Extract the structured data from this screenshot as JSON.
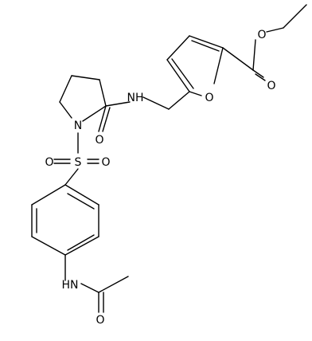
{
  "molecule": {
    "atom_labels": {
      "nh_amide": "NH",
      "o_furan": "O",
      "o_ester_single": "O",
      "o_ester_double": "O",
      "n_pyrrolidine": "N",
      "o_amide": "O",
      "s_sulfonyl": "S",
      "o_sulfonyl_left": "O",
      "o_sulfonyl_right": "O",
      "hn_acetamide": "HN",
      "o_acetyl": "O"
    }
  },
  "colors": {
    "bond": "#000000",
    "background": "#ffffff"
  }
}
